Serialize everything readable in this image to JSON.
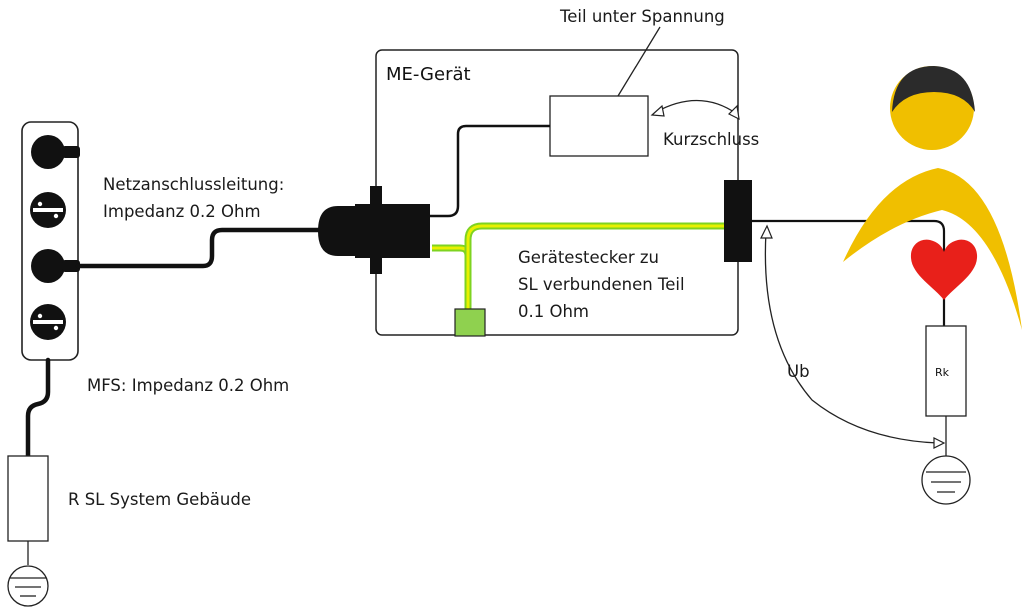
{
  "labels": {
    "device": "ME-Gerät",
    "live_part": "Teil unter Spannung",
    "short_circuit": "Kurzschluss",
    "power_cord_line1": "Netzanschlussleitung:",
    "power_cord_line2": "Impedanz 0.2 Ohm",
    "appliance_connector_line1": "Gerätestecker zu",
    "appliance_connector_line2": "SL verbundenen Teil",
    "appliance_connector_line3": "0.1 Ohm",
    "mfs": "MFS: Impedanz 0.2 Ohm",
    "building_resistor": "R SL System Gebäude",
    "ub": "Ub",
    "rk": "Rk"
  },
  "colors": {
    "protective_conductor_yellow": "#e8f000",
    "protective_conductor_green": "#7ed321",
    "person_body": "#f0bf00",
    "person_hair": "#2b2b2b",
    "heart": "#e8201a",
    "terminal_block": "#8fd14f"
  },
  "icons": [
    "power-strip-icon",
    "ground-symbol-icon",
    "person-icon",
    "heart-icon",
    "plug-icon"
  ]
}
